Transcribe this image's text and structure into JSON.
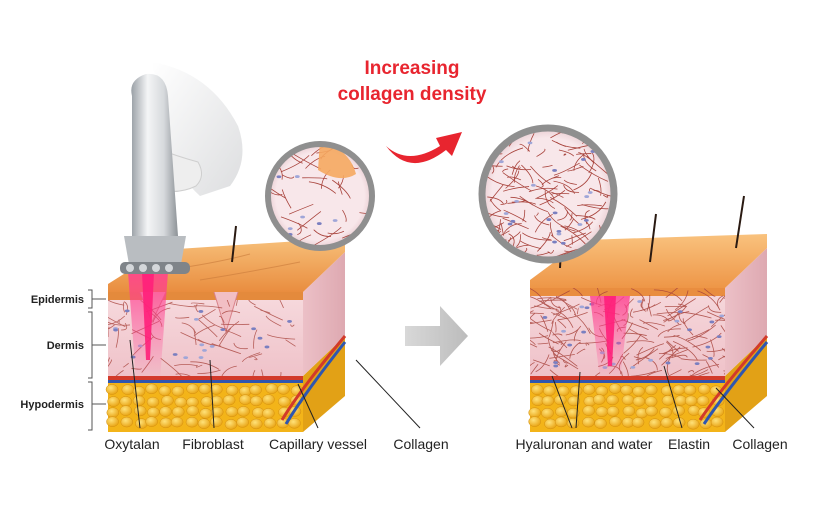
{
  "headline": {
    "line1": "Increasing",
    "line2": "collagen density",
    "color": "#e8252f"
  },
  "layers": {
    "epidermis": "Epidermis",
    "dermis": "Dermis",
    "hypodermis": "Hypodermis"
  },
  "left_labels": {
    "oxytalan": "Oxytalan",
    "fibroblast": "Fibroblast",
    "capillary": "Capillary vessel",
    "collagen": "Collagen"
  },
  "right_labels": {
    "hyaluronan": "Hyaluronan and water",
    "elastin": "Elastin",
    "collagen": "Collagen"
  },
  "colors": {
    "skin_surface": "#f0a256",
    "dermis": "#f3cfd6",
    "fat": "#f6be1c",
    "fiber": "#a8433c",
    "beam": "#e6256f",
    "arrow_gray": "#c9c9c9"
  }
}
